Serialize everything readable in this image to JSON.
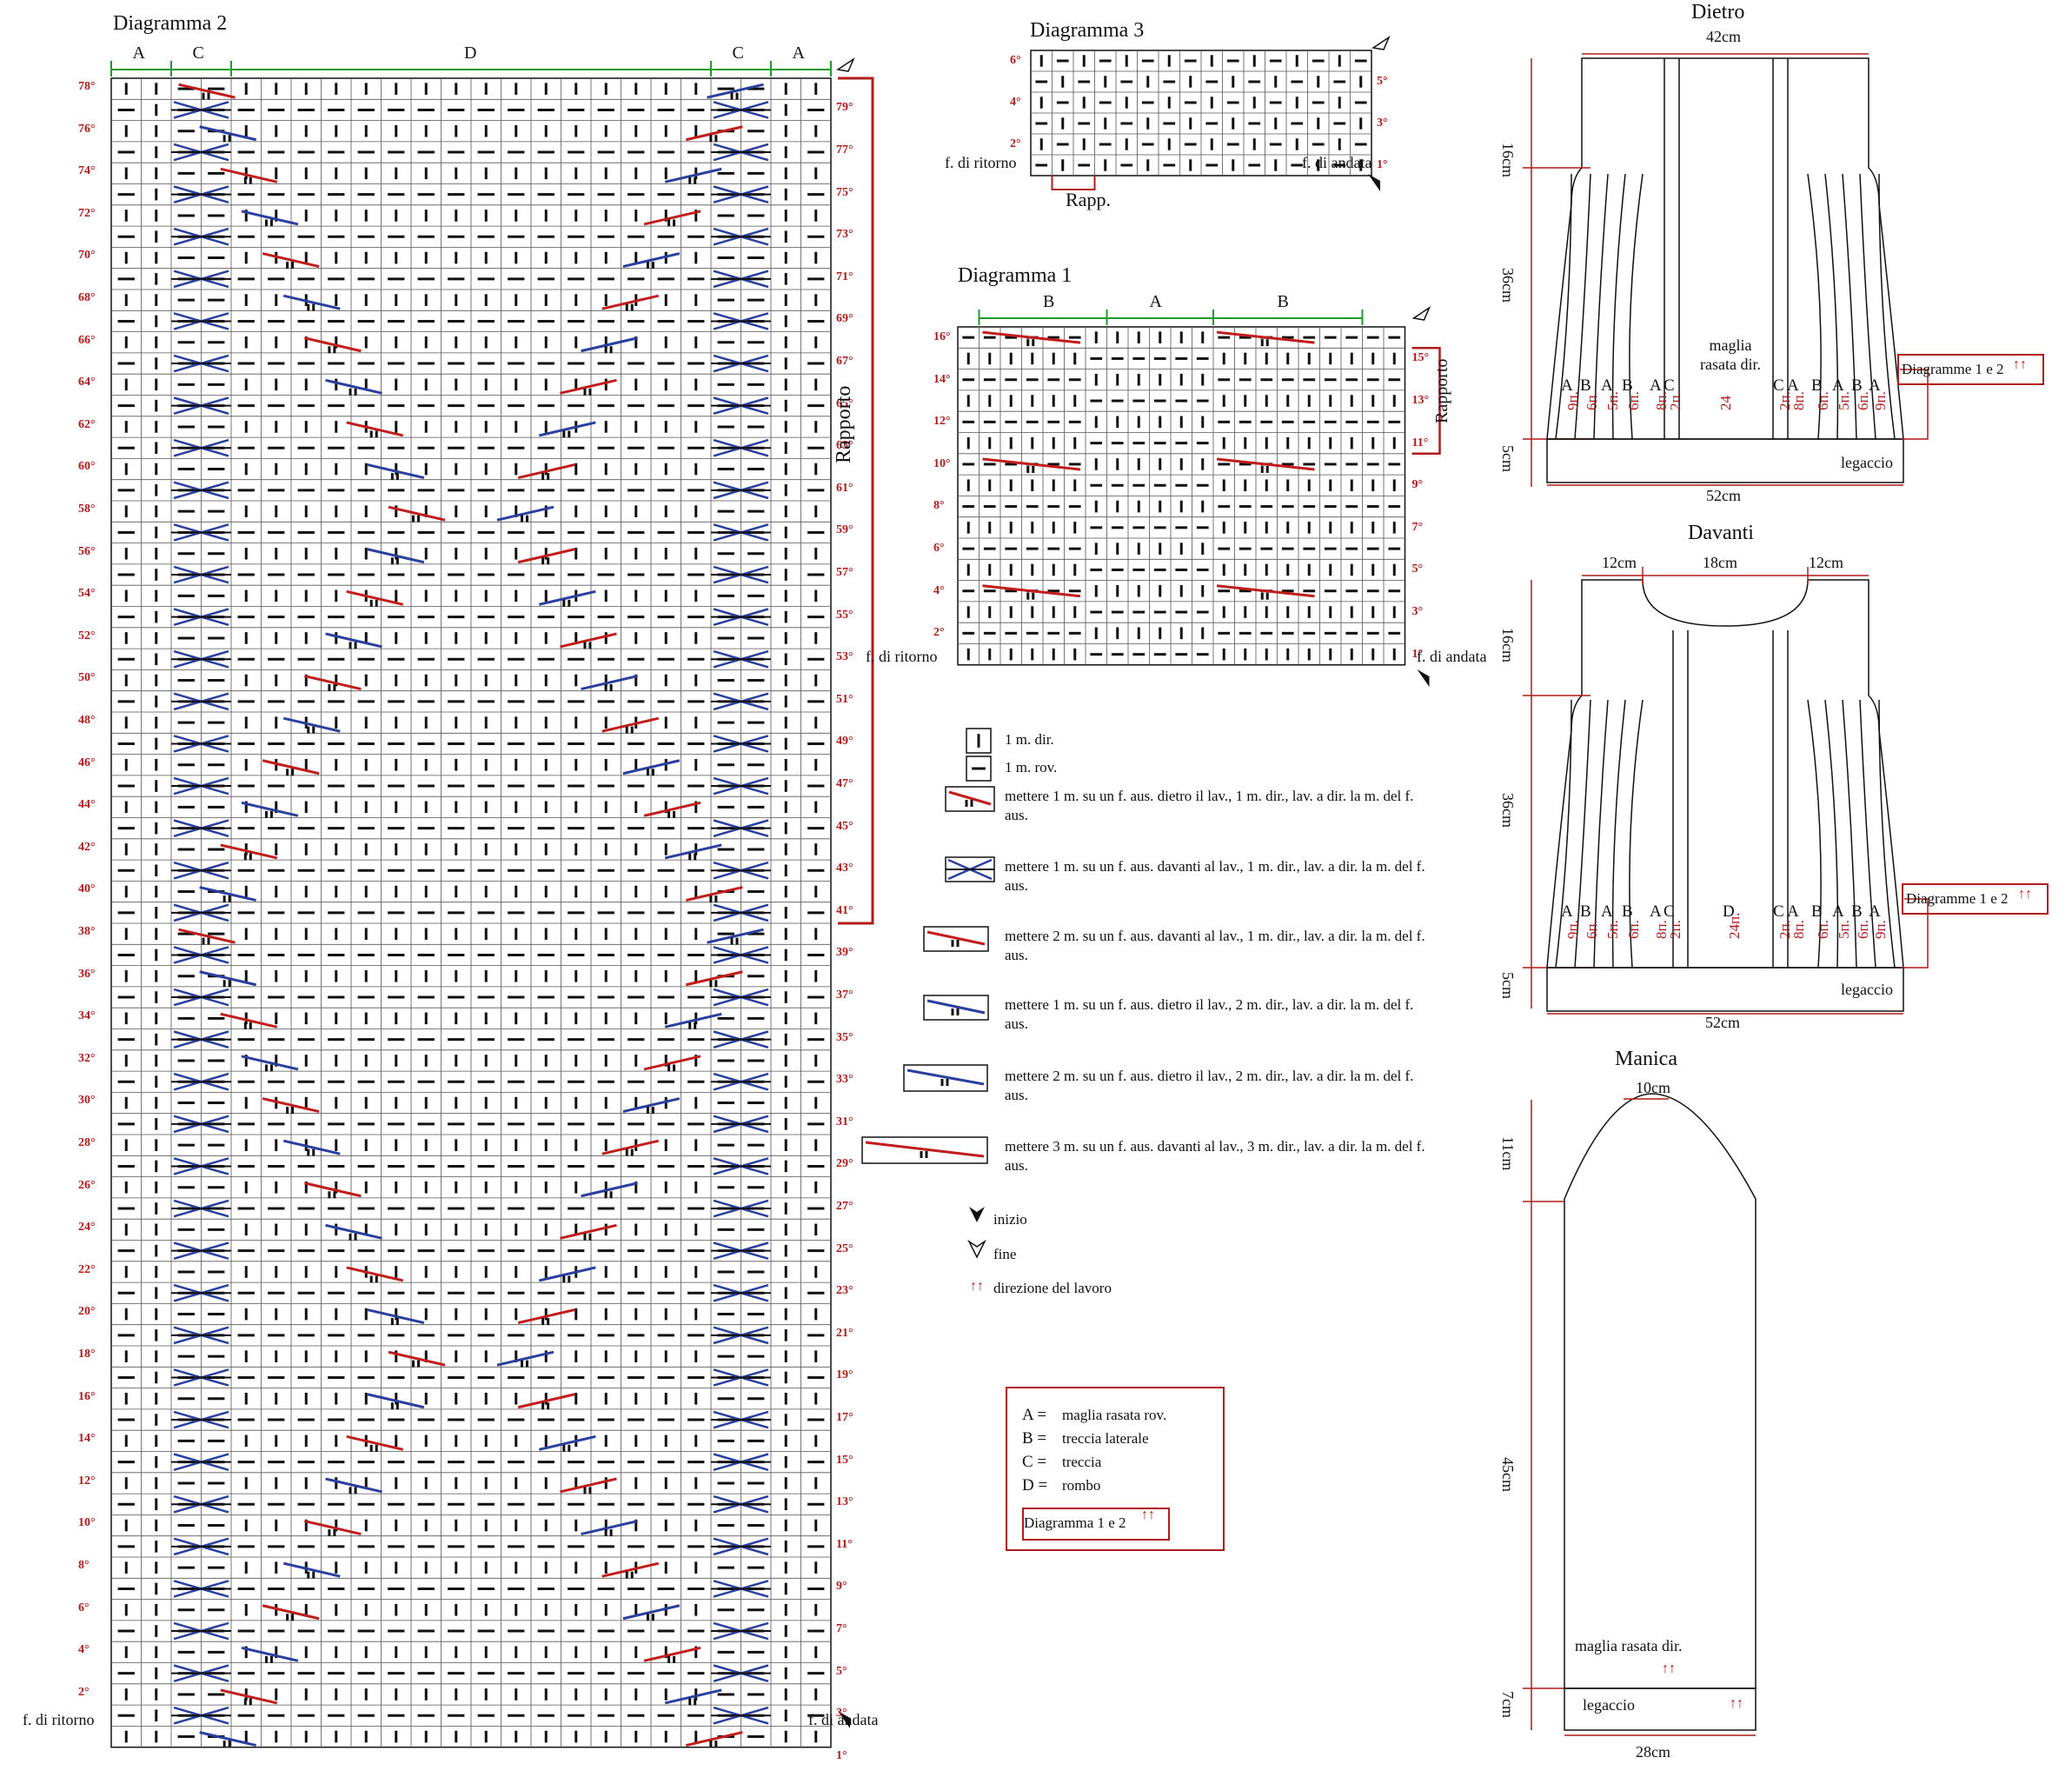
{
  "diagram2": {
    "title": "Diagramma 2",
    "sections": [
      "A",
      "C",
      "D",
      "C",
      "A"
    ],
    "rapporto": "Rapporto",
    "row_start_label": "f. di ritorno",
    "row_end_label": "f. di andata",
    "even_rows": [
      "78°",
      "76°",
      "74°",
      "72°",
      "70°",
      "68°",
      "66°",
      "64°",
      "62°",
      "60°",
      "58°",
      "56°",
      "54°",
      "52°",
      "50°",
      "48°",
      "46°",
      "44°",
      "42°",
      "40°",
      "38°",
      "36°",
      "34°",
      "32°",
      "30°",
      "28°",
      "26°",
      "24°",
      "22°",
      "20°",
      "18°",
      "16°",
      "14°",
      "12°",
      "10°",
      "8°",
      "6°",
      "4°",
      "2°"
    ],
    "odd_rows": [
      "79°",
      "77°",
      "75°",
      "73°",
      "71°",
      "69°",
      "67°",
      "65°",
      "63°",
      "61°",
      "59°",
      "57°",
      "55°",
      "53°",
      "51°",
      "49°",
      "47°",
      "45°",
      "43°",
      "41°",
      "39°",
      "37°",
      "35°",
      "33°",
      "31°",
      "29°",
      "27°",
      "25°",
      "23°",
      "21°",
      "19°",
      "17°",
      "15°",
      "13°",
      "11°",
      "9°",
      "7°",
      "5°",
      "3°",
      "1°"
    ]
  },
  "diagram3": {
    "title": "Diagramma 3",
    "left_rows": [
      "6°",
      "4°",
      "2°"
    ],
    "right_rows": [
      "5°",
      "3°",
      "1°"
    ],
    "row_start_label": "f. di ritorno",
    "row_end_label": "f. di andata",
    "rapp": "Rapp."
  },
  "diagram1": {
    "title": "Diagramma 1",
    "sections": [
      "B",
      "A",
      "B"
    ],
    "rapporto": "Rapporto",
    "left_rows": [
      "16°",
      "14°",
      "12°",
      "10°",
      "8°",
      "6°",
      "4°",
      "2°"
    ],
    "right_rows": [
      "15°",
      "13°",
      "11°",
      "9°",
      "7°",
      "5°",
      "3°",
      "1°"
    ],
    "row_start_label": "f. di ritorno",
    "row_end_label": "f. di andata"
  },
  "legend": {
    "items": [
      {
        "symbol": "knit-symbol",
        "text": "1 m. dir."
      },
      {
        "symbol": "purl-symbol",
        "text": "1 m. rov."
      },
      {
        "symbol": "cable-1-back-red",
        "text": "mettere 1 m. su un f. aus. dietro il lav., 1 m. dir., lav. a dir. la m. del f. aus."
      },
      {
        "symbol": "cable-1-front-blue",
        "text": "mettere 1 m. su un f. aus. davanti al lav., 1 m. dir., lav. a dir. la m. del f. aus."
      },
      {
        "symbol": "cable-2-front-red",
        "text": "mettere 2 m. su un f. aus. davanti al lav., 1 m. dir., lav. a dir. la m. del f. aus."
      },
      {
        "symbol": "cable-1-back-blue",
        "text": "mettere 1 m. su un f. aus. dietro il lav., 2 m. dir., lav. a dir. la m. del f. aus."
      },
      {
        "symbol": "cable-2-back-blue",
        "text": "mettere 2 m. su un f. aus. dietro il lav., 2 m. dir., lav. a dir. la m. del f. aus."
      },
      {
        "symbol": "cable-3-front-red",
        "text": "mettere 3 m. su un f. aus. davanti al lav., 3 m. dir., lav. a dir. la m. del f. aus."
      }
    ],
    "inizio": "inizio",
    "fine": "fine",
    "direzione": "direzione del lavoro"
  },
  "key": {
    "lines": [
      {
        "k": "A =",
        "v": "maglia rasata rov."
      },
      {
        "k": "B =",
        "v": "treccia laterale"
      },
      {
        "k": "C =",
        "v": "treccia"
      },
      {
        "k": "D =",
        "v": "rombo"
      }
    ],
    "diagram_ref": "Diagramma 1 e 2"
  },
  "dietro": {
    "title": "Dietro",
    "top_width": "42cm",
    "h_top": "16cm",
    "h_mid": "36cm",
    "h_bot": "5cm",
    "bottom_width": "52cm",
    "center_text": "maglia rasata dir.",
    "letters": [
      "A",
      "B",
      "A",
      "B",
      "A",
      "C",
      "C",
      "A",
      "B",
      "A",
      "B",
      "A"
    ],
    "counts": [
      "9п.",
      "6п.",
      "5п.",
      "6п.",
      "8п.",
      "2п.",
      "24",
      "2п.",
      "8п.",
      "6п.",
      "5п.",
      "6п.",
      "9п."
    ],
    "band": "legaccio",
    "ref": "Diagramme 1 e 2"
  },
  "davanti": {
    "title": "Davanti",
    "w_left": "12cm",
    "w_mid": "18cm",
    "w_right": "12cm",
    "h_top": "16cm",
    "h_mid": "36cm",
    "h_bot": "5cm",
    "bottom_width": "52cm",
    "letters": [
      "A",
      "B",
      "A",
      "B",
      "A",
      "C",
      "D",
      "C",
      "A",
      "B",
      "A",
      "B",
      "A"
    ],
    "counts": [
      "9п.",
      "6п.",
      "5п.",
      "6п.",
      "8п.",
      "2п.",
      "24п.",
      "2п.",
      "8п.",
      "6п.",
      "5п.",
      "6п.",
      "9п."
    ],
    "band": "legaccio",
    "ref": "Diagramme 1 e 2"
  },
  "manica": {
    "title": "Manica",
    "top_width": "10cm",
    "h_cap": "11cm",
    "h_body": "45cm",
    "h_band": "7cm",
    "bottom_width": "28cm",
    "body_text": "maglia rasata dir.",
    "band": "legaccio"
  }
}
